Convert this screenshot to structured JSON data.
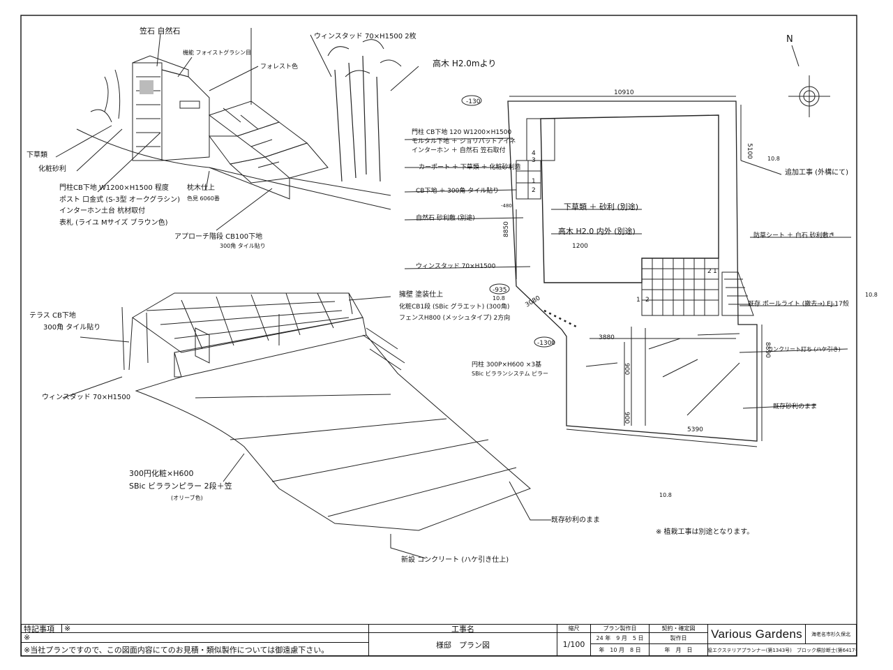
{
  "north_label": "N",
  "annotations": {
    "persp1": [
      "笠石 自然石",
      "機能 フォイストグラシン目",
      "フォレスト色",
      "ウィンスタッド 70×H1500 2枚",
      "高木 H2.0mより",
      "下草類",
      "化粧砂利",
      "門柱CB下地 W1200×H1500 程度",
      "ポスト 口金式 (S-3型 オークグラシン)",
      "インターホン土台 杭材取付",
      "表札 (ライユ Mサイズ ブラウン色)",
      "枕木仕上",
      "色見 6060番",
      "アプローチ階段 CB100下地",
      "300角 タイル貼り"
    ],
    "persp2": [
      "テラス CB下地",
      "300角 タイル貼り",
      "擁壁 塗装仕上",
      "化粧CB1段 (SBic グラエット) (300角)",
      "フェンスH800 (メッシュタイプ) 2方向",
      "ウィンスタッド 70×H1500",
      "300円化粧×H600",
      "SBic ビラランピラー 2段＋笠",
      "(オリーブ色)",
      "既存砂利のまま",
      "新設 コンクリート (ハケ引き仕上)"
    ],
    "plan": [
      "門柱 CB下地 120 W1200×H1500",
      "モルタル下地 ＋ ジョリパットアイネ",
      "インターホン ＋ 自然石 笠石取付",
      "カーポート ＋ 下草類 ＋ 化粧砂利造",
      "CB下地 ＋ 300角 タイル貼り",
      "自然石 砂利敷 (別途)",
      "ウィンスタッド 70×H1500",
      "下草類 ＋ 砂利 (別途)",
      "高木 H2.0 内外 (別途)",
      "追加工事 (外構にて)",
      "防草シート ＋ 白石 砂利敷き",
      "既存 ポールライト (撤去→) EJ-17殼",
      "コンクリート打ち (ハケ引き)",
      "円柱 300P×H600 ×3基",
      "SBic ビラランシステム ピラー",
      "既存砂利のまま",
      "※ 植栽工事は別途となります。"
    ],
    "dims": [
      "10910",
      "5100",
      "8850",
      "3880",
      "8890",
      "5390",
      "900",
      "900",
      "1200",
      "3080"
    ],
    "levels": [
      "-130",
      "-935",
      "10.8",
      "-1300",
      "10.8",
      "10.8",
      "10.8",
      "-480"
    ],
    "plan_numbers": [
      "4",
      "3",
      "1",
      "2",
      "2",
      "1",
      "1",
      "2"
    ]
  },
  "title_block": {
    "notes_header": "特記事項",
    "mark1": "※",
    "mark2": "※",
    "note_text": "※当社プランですので、この図面内容にてのお見積・類似製作については御遠慮下さい。",
    "project_label": "工事名",
    "project_name": "様邸　プラン図",
    "scale_label": "縮尺",
    "scale_value": "1/100",
    "plan_date_label": "プラン製作日",
    "plan_date_1": "24 年　9 月　5 日",
    "plan_date_2": "年　10 月　8 日",
    "contract_label": "契約・確定図",
    "made_label": "製作日",
    "made_date": "年　月　日",
    "company": "Various Gardens",
    "address": "海老名市杉久保北",
    "cert": "一級エクステリアプランナー(第1343号)　ブロック塀診断士(第6417号)"
  }
}
